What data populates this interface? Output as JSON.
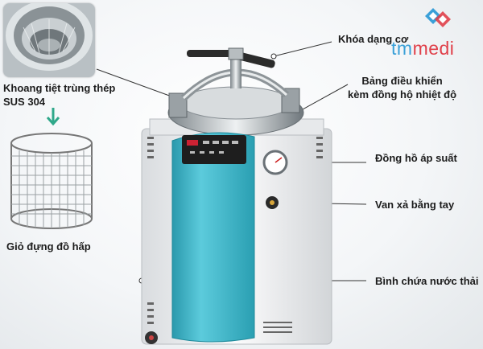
{
  "brand": {
    "prefix": "tm",
    "suffix": "medi",
    "prefix_color": "#3aa0d8",
    "suffix_color": "#e0404a"
  },
  "labels": {
    "mechanical_lock": "Khóa dạng cơ",
    "control_panel_line1": "Bảng điều khiển",
    "control_panel_line2": "kèm đồng hộ nhiệt độ",
    "pressure_gauge": "Đồng hồ áp suất",
    "manual_valve": "Van xả bằng tay",
    "waste_tank": "Bình chứa nước thải",
    "chamber_line1": "Khoang tiệt trùng thép",
    "chamber_line2": "SUS 304",
    "basket": "Giỏ đựng đồ hấp"
  },
  "colors": {
    "body": "#f2f3f4",
    "tank": "#3bb6c8",
    "arrow": "#2fa88a",
    "line": "#222222"
  }
}
